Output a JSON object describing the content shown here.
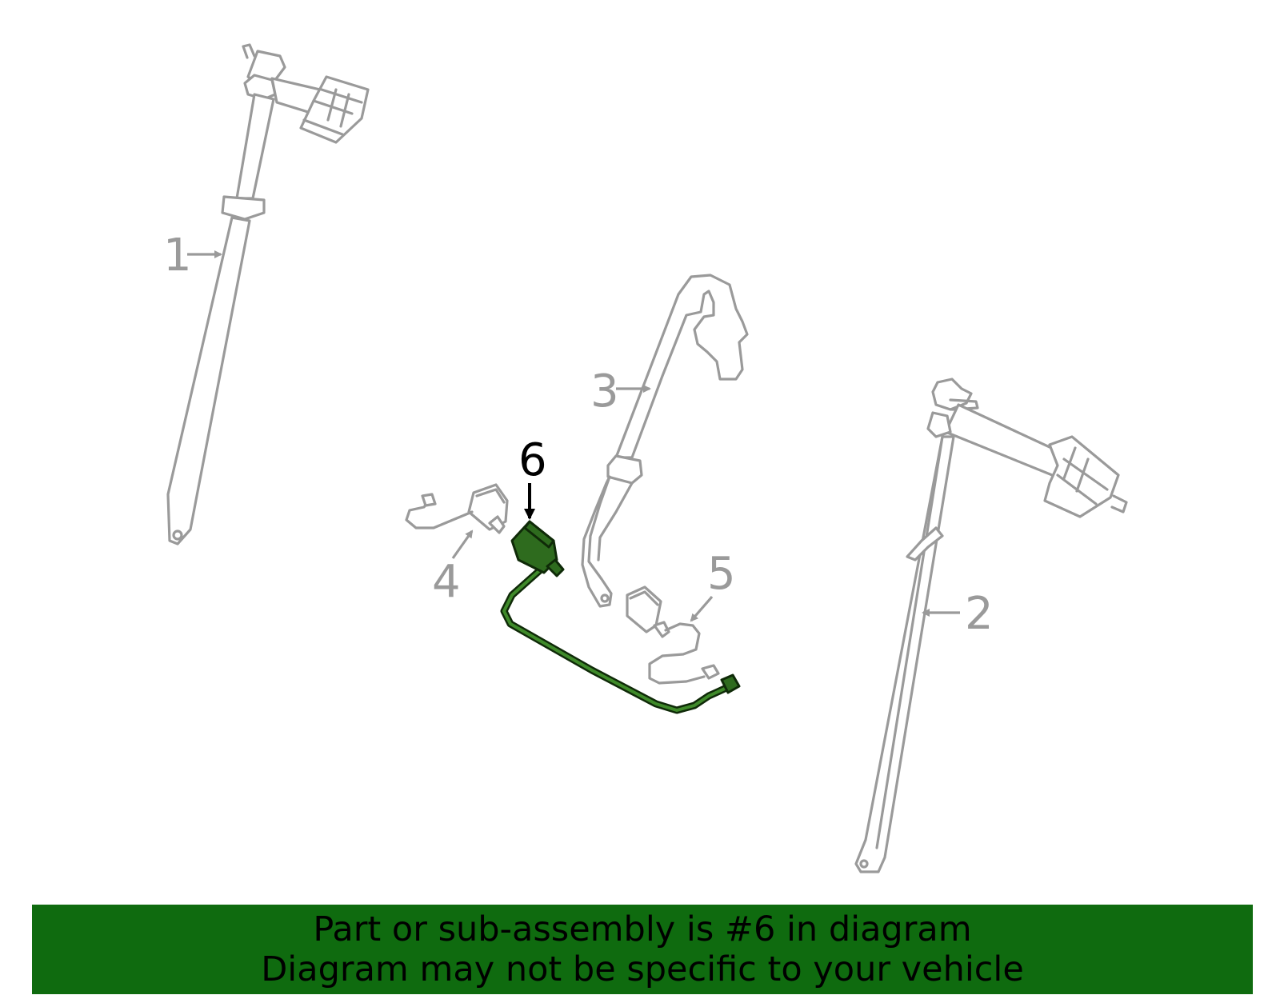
{
  "callouts": [
    {
      "id": "1",
      "label": "1"
    },
    {
      "id": "2",
      "label": "2"
    },
    {
      "id": "3",
      "label": "3"
    },
    {
      "id": "4",
      "label": "4"
    },
    {
      "id": "5",
      "label": "5"
    },
    {
      "id": "6",
      "label": "6",
      "highlighted": true
    }
  ],
  "highlight_color": "#2e6b1e",
  "banner": {
    "line1": "Part or sub-assembly is #6 in diagram",
    "line2": "Diagram may not be specific to your vehicle",
    "color": "#0f6b0f"
  }
}
